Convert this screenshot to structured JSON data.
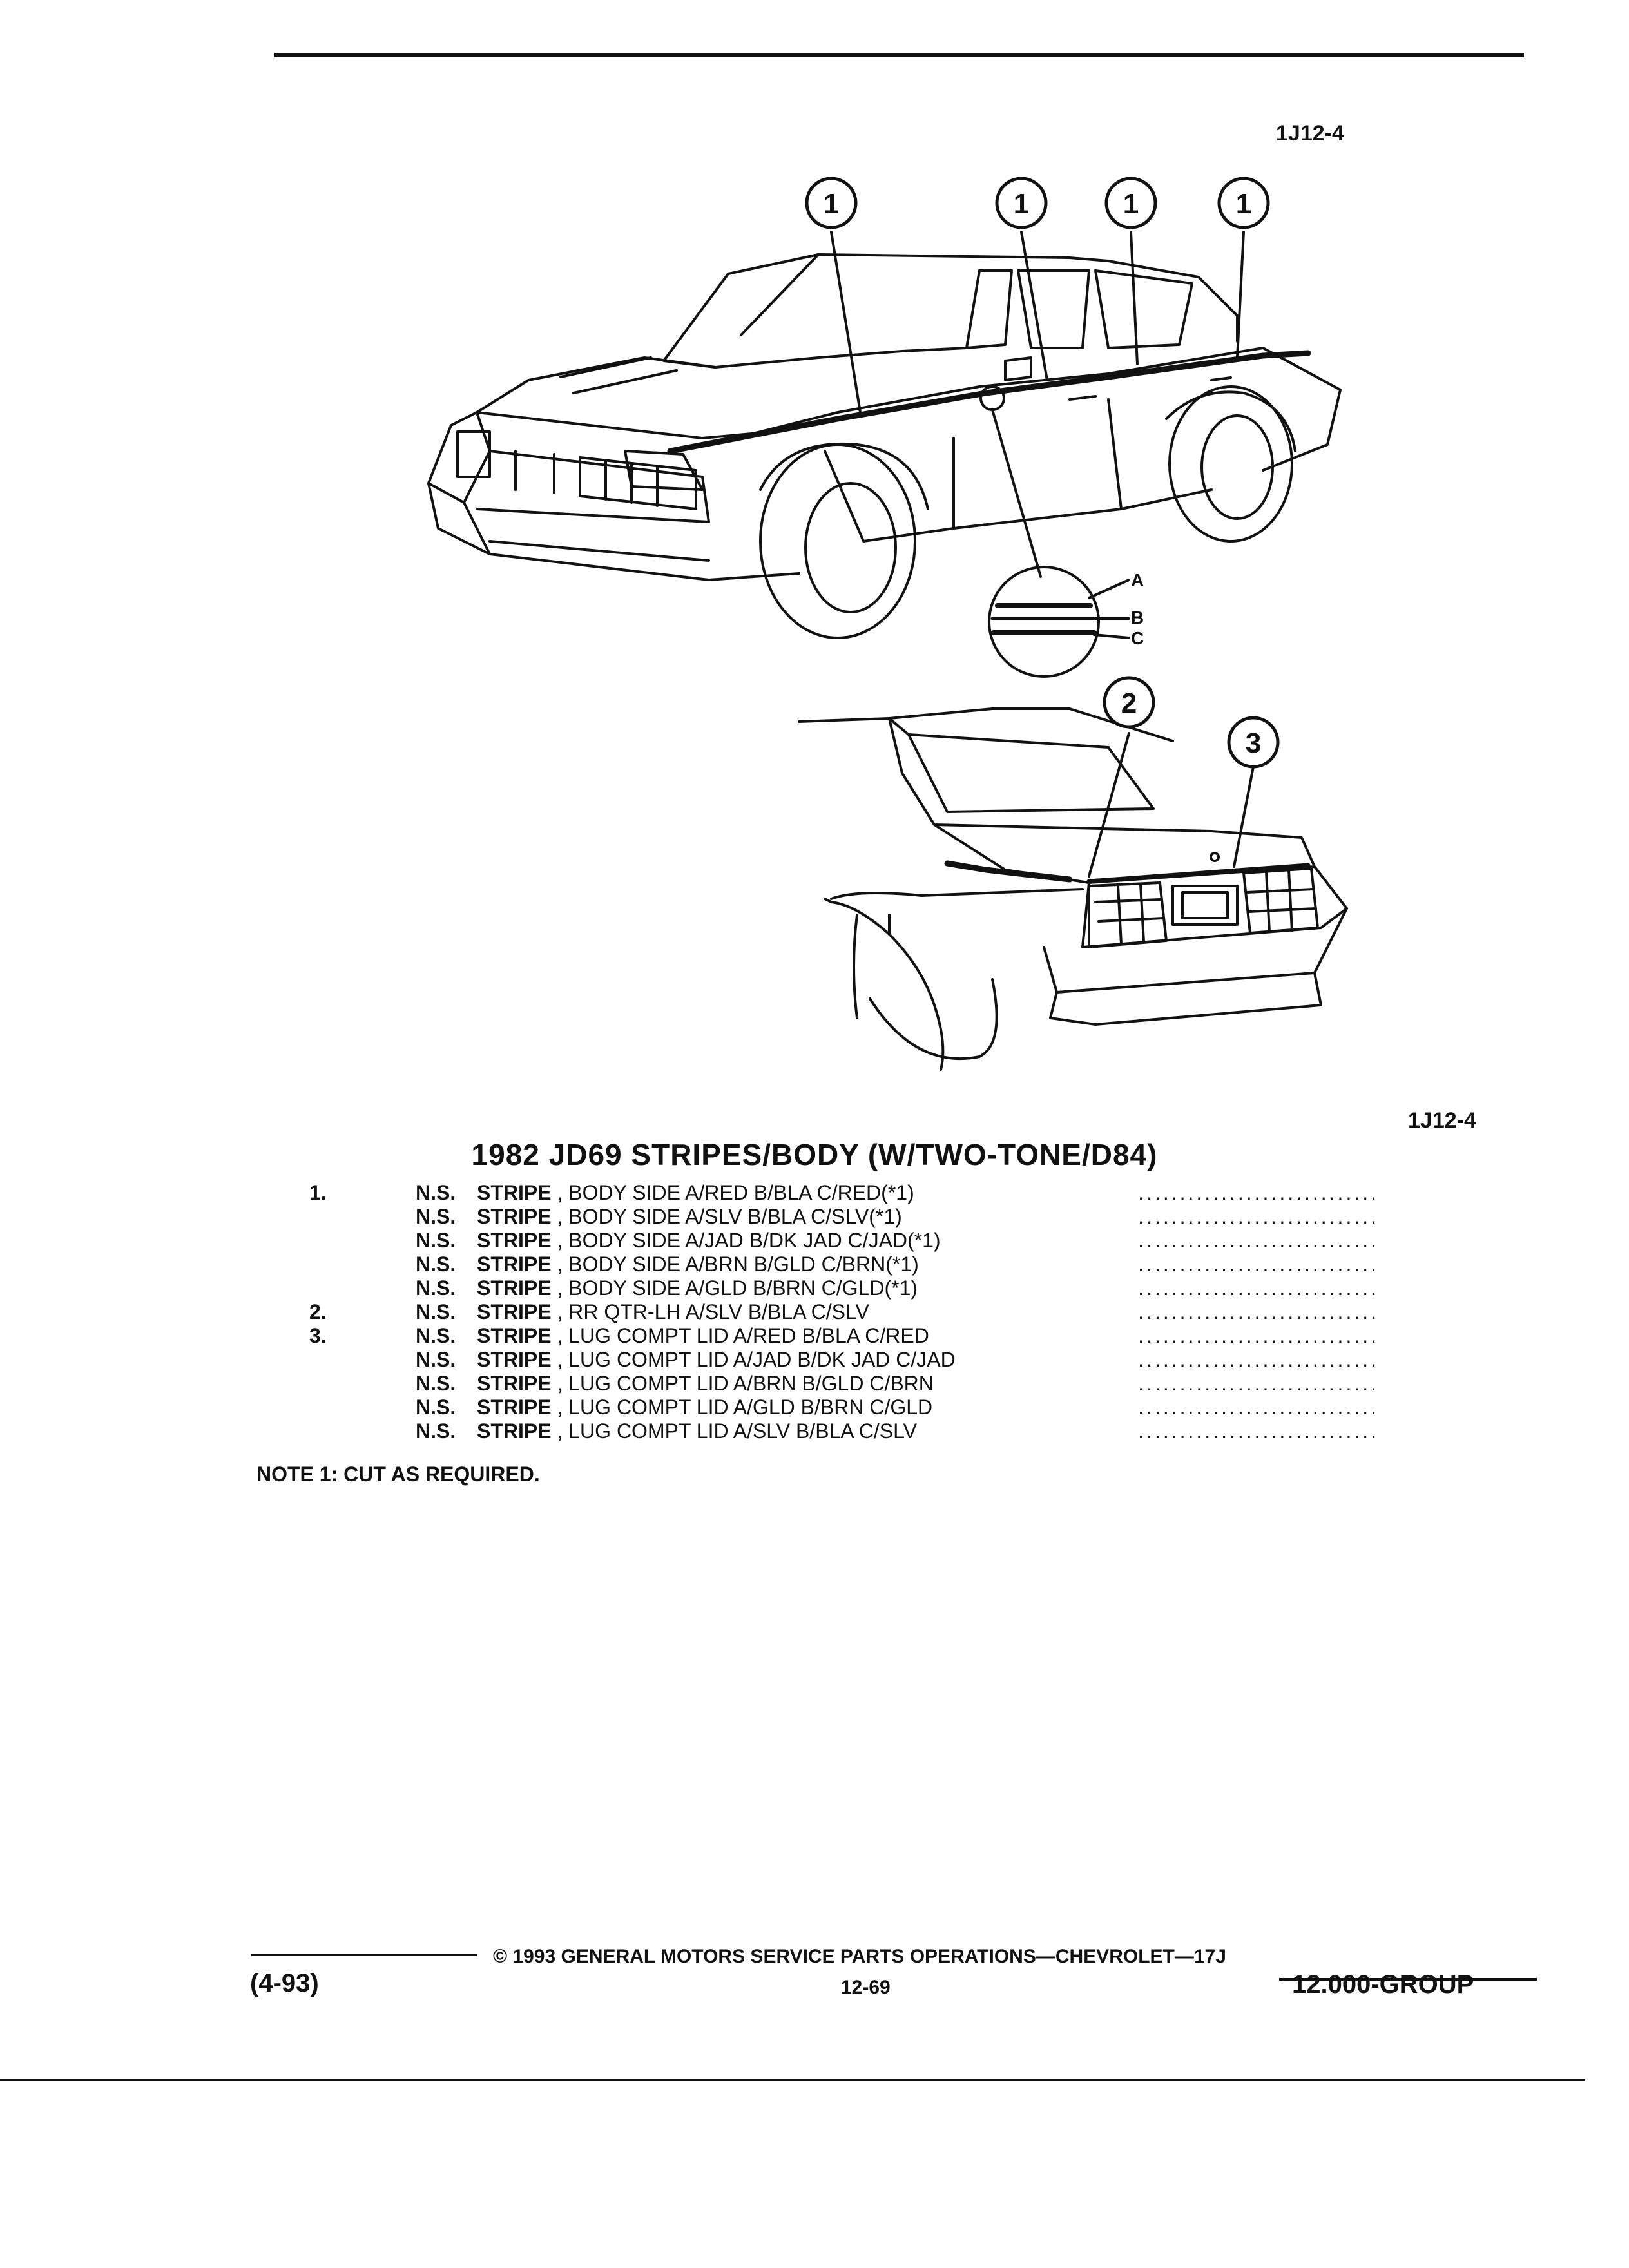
{
  "page": {
    "ref_code_top": "1J12-4",
    "ref_code_bottom": "1J12-4",
    "title": "1982 JD69 STRIPES/BODY (W/TWO-TONE/D84)",
    "note": "NOTE  1:  CUT AS REQUIRED."
  },
  "illustration": {
    "callouts_front": [
      "1",
      "1",
      "1",
      "1"
    ],
    "callouts_rear": [
      "2",
      "3"
    ],
    "stripe_layers": [
      "A",
      "B",
      "C"
    ]
  },
  "parts": [
    {
      "num": "1.",
      "ns": "N.S.",
      "part": "STRIPE",
      "desc": "BODY SIDE A/RED B/BLA C/RED(*1)"
    },
    {
      "num": "",
      "ns": "N.S.",
      "part": "STRIPE",
      "desc": "BODY SIDE A/SLV B/BLA C/SLV(*1)"
    },
    {
      "num": "",
      "ns": "N.S.",
      "part": "STRIPE",
      "desc": "BODY SIDE A/JAD B/DK JAD C/JAD(*1)"
    },
    {
      "num": "",
      "ns": "N.S.",
      "part": "STRIPE",
      "desc": "BODY SIDE A/BRN B/GLD C/BRN(*1)"
    },
    {
      "num": "",
      "ns": "N.S.",
      "part": "STRIPE",
      "desc": "BODY SIDE A/GLD B/BRN C/GLD(*1)"
    },
    {
      "num": "2.",
      "ns": "N.S.",
      "part": "STRIPE",
      "desc": "RR QTR-LH A/SLV B/BLA C/SLV"
    },
    {
      "num": "3.",
      "ns": "N.S.",
      "part": "STRIPE",
      "desc": "LUG COMPT LID A/RED B/BLA C/RED"
    },
    {
      "num": "",
      "ns": "N.S.",
      "part": "STRIPE",
      "desc": "LUG COMPT LID A/JAD B/DK JAD C/JAD"
    },
    {
      "num": "",
      "ns": "N.S.",
      "part": "STRIPE",
      "desc": "LUG COMPT LID A/BRN B/GLD C/BRN"
    },
    {
      "num": "",
      "ns": "N.S.",
      "part": "STRIPE",
      "desc": "LUG COMPT LID A/GLD B/BRN C/GLD"
    },
    {
      "num": "",
      "ns": "N.S.",
      "part": "STRIPE",
      "desc": "LUG COMPT LID A/SLV B/BLA C/SLV"
    }
  ],
  "footer": {
    "date": "(4-93)",
    "copyright": "© 1993 GENERAL MOTORS SERVICE PARTS OPERATIONS—CHEVROLET—17J",
    "page_num": "12-69",
    "group": "12.000-GROUP"
  }
}
